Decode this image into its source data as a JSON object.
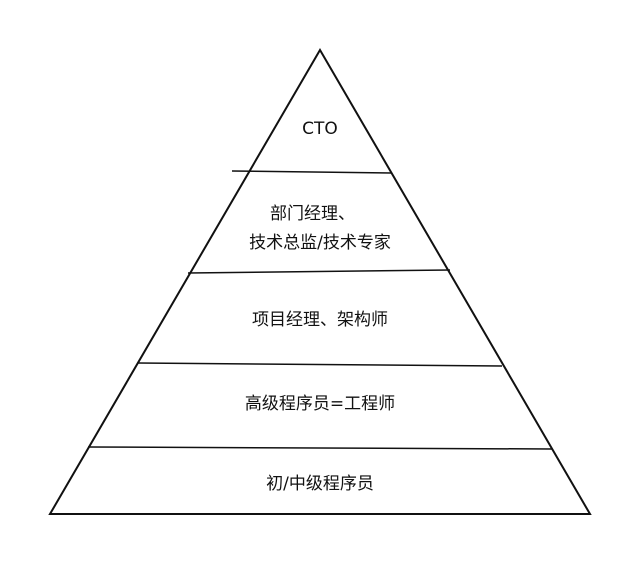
{
  "pyramid": {
    "tiers": [
      {
        "lines": [
          "CTO"
        ]
      },
      {
        "lines": [
          "部门经理、",
          "技术总监/技术专家"
        ]
      },
      {
        "lines": [
          "项目经理、架构师"
        ]
      },
      {
        "lines": [
          "高级程序员=工程师"
        ]
      },
      {
        "lines": [
          "初/中级程序员"
        ]
      }
    ]
  }
}
